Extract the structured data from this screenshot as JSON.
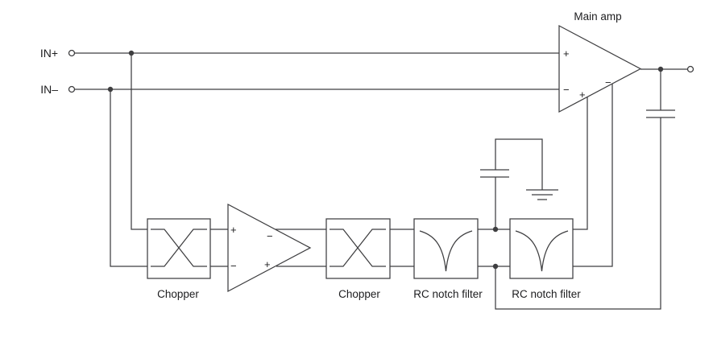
{
  "colors": {
    "line": "#3e3e40",
    "text": "#1d1d1f",
    "background": "#ffffff"
  },
  "terminals": {
    "input_positive": "IN+",
    "input_negative": "IN–"
  },
  "blocks": {
    "main_amp": "Main amp",
    "chopper_1": "Chopper",
    "chopper_2": "Chopper",
    "rc_notch_filter_1": "RC notch filter",
    "rc_notch_filter_2": "RC notch filter"
  },
  "signs": {
    "plus": "+",
    "minus": "−"
  }
}
